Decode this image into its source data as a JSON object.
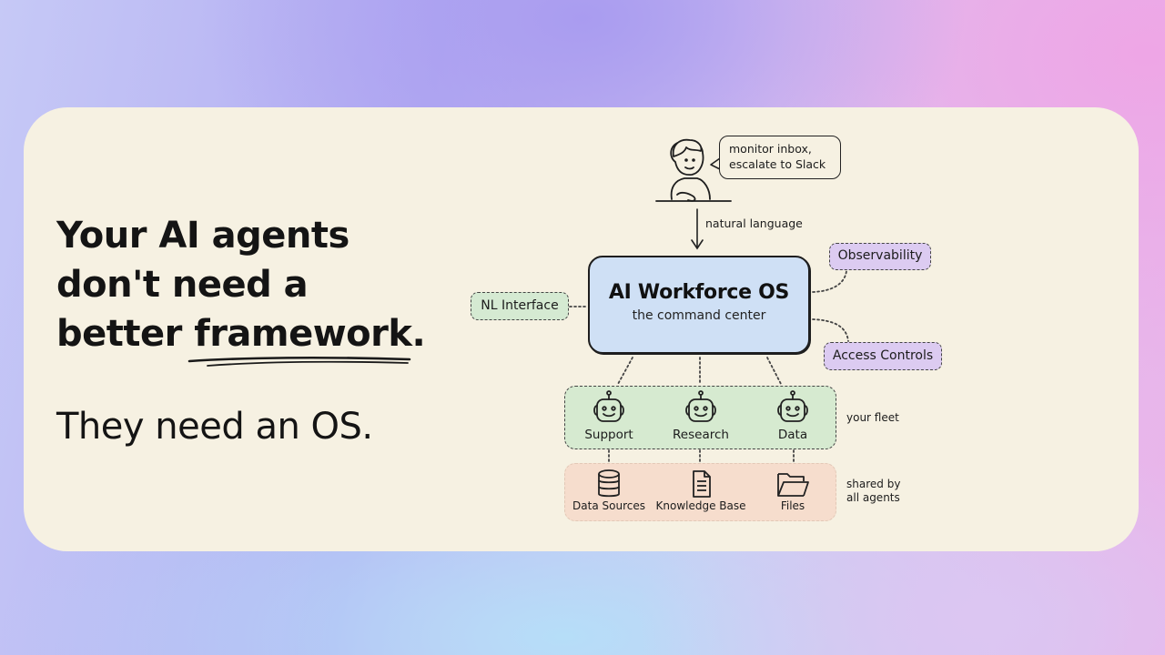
{
  "headline": {
    "lines": [
      "Your AI agents",
      "don't need a",
      "better "
    ],
    "emphasis": "framework.",
    "subline": "They need an OS."
  },
  "diagram": {
    "user": {
      "icon": "person-at-desk-icon",
      "speech_lines": [
        "monitor inbox,",
        "escalate to Slack"
      ],
      "arrow_label": "natural language"
    },
    "core": {
      "title": "AI Workforce OS",
      "subtitle": "the command center",
      "fill_color": "#cfe0f5"
    },
    "modules": [
      {
        "label": "NL Interface",
        "color": "#d5ead2"
      },
      {
        "label": "Observability",
        "color": "#dccbf1"
      },
      {
        "label": "Access Controls",
        "color": "#dccbf1"
      }
    ],
    "fleet": {
      "note": "your fleet",
      "color": "#d6ead0",
      "agents": [
        {
          "label": "Support",
          "icon": "robot-icon"
        },
        {
          "label": "Research",
          "icon": "robot-icon"
        },
        {
          "label": "Data",
          "icon": "robot-icon"
        }
      ]
    },
    "shared": {
      "note_lines": [
        "shared by",
        "all agents"
      ],
      "color": "#f6ddcd",
      "resources": [
        {
          "label": "Data Sources",
          "icon": "database-icon"
        },
        {
          "label": "Knowledge Base",
          "icon": "document-icon"
        },
        {
          "label": "Files",
          "icon": "folder-icon"
        }
      ]
    }
  }
}
